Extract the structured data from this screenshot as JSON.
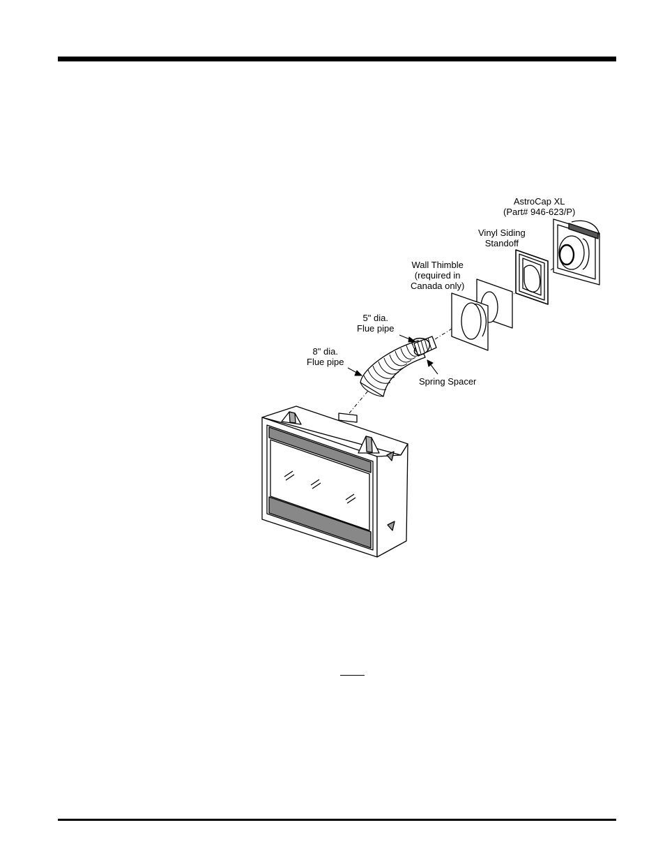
{
  "labels": {
    "astrocap": {
      "line1": "AstroCap XL",
      "line2": "(Part# 946-623/P)"
    },
    "vinyl": {
      "line1": "Vinyl Siding",
      "line2": "Standoff"
    },
    "thimble": {
      "line1": "Wall Thimble",
      "line2": "(required in",
      "line3": "Canada only)"
    },
    "pipe5": {
      "line1": "5\" dia.",
      "line2": "Flue pipe"
    },
    "pipe8": {
      "line1": "8\" dia.",
      "line2": "Flue pipe"
    },
    "spring": {
      "line1": "Spring Spacer"
    }
  }
}
